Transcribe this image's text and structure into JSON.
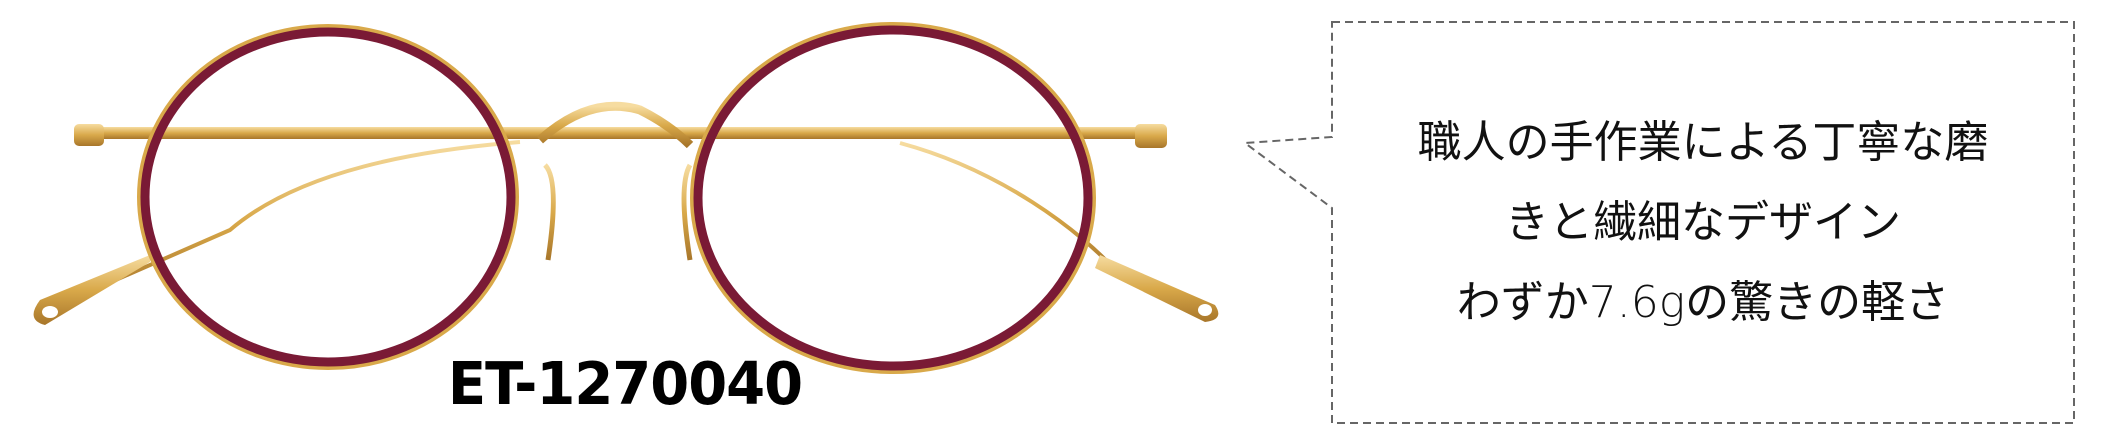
{
  "product": {
    "model_number": "ET-1270040",
    "image": "round-eyeglasses-burgundy-gold-icon",
    "colors": {
      "rim": "#7a1a35",
      "metal": "#d9a94a",
      "border": "#666666"
    }
  },
  "callout": {
    "lines": [
      "職人の手作業による丁寧な磨",
      "きと繊細なデザイン",
      "わずか7.6gの驚きの軽さ"
    ]
  }
}
